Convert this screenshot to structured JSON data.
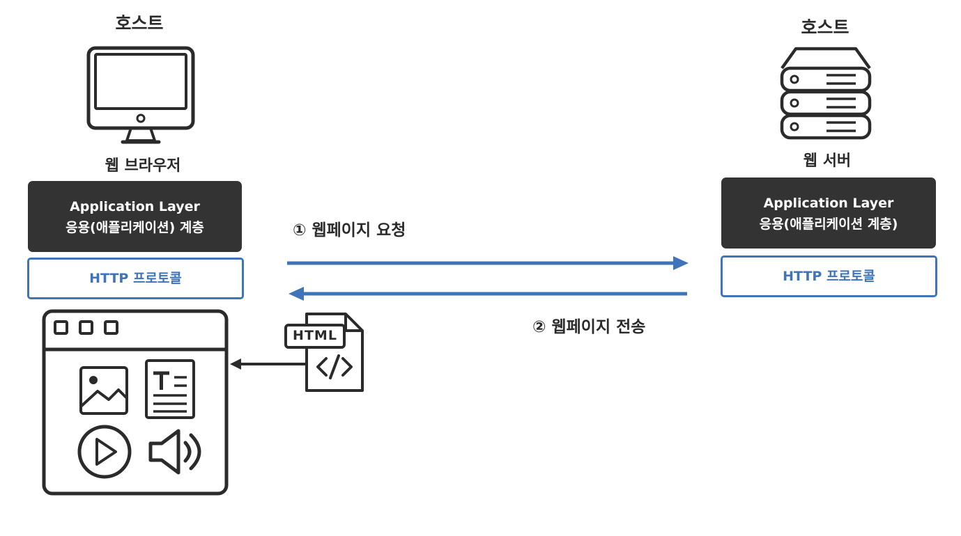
{
  "client": {
    "host_label": "호스트",
    "app_label": "웹 브라우저",
    "application_layer": "Application Layer",
    "application_layer_ko": "응용(애플리케이션) 계층",
    "protocol": "HTTP 프로토콜"
  },
  "server": {
    "host_label": "호스트",
    "app_label": "웹 서버",
    "application_layer": "Application Layer",
    "application_layer_ko": "응용(애플리케이션 계층)",
    "protocol": "HTTP 프로토콜"
  },
  "steps": {
    "request": "① 웹페이지 요청",
    "response": "② 웹페이지 전송"
  },
  "file_badge": "HTML",
  "colors": {
    "dark_box": "#333333",
    "accent_blue": "#3f74b8",
    "icon_stroke": "#2b2b2b"
  },
  "icons": [
    "monitor-icon",
    "server-icon",
    "browser-window-icon",
    "image-icon",
    "text-document-icon",
    "play-icon",
    "speaker-icon",
    "html-file-icon"
  ]
}
